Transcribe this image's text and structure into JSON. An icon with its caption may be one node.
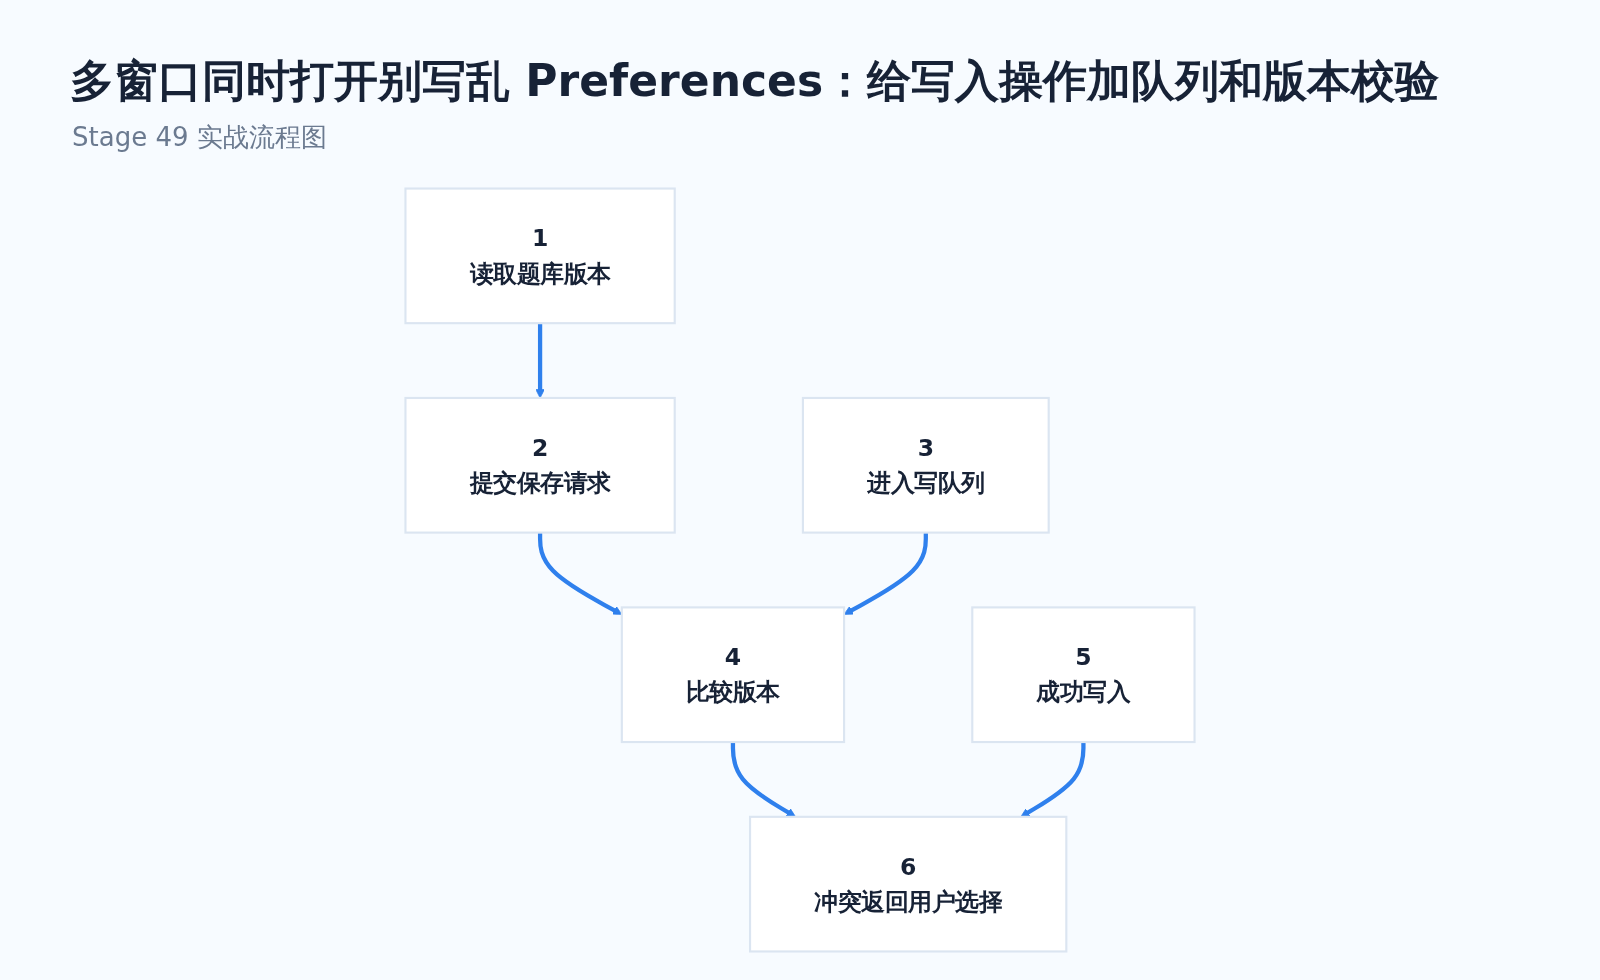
{
  "diagram": {
    "title": "多窗口同时打开别写乱 Preferences：给写入操作加队列和版本校验",
    "labels": [
      "Stage 49 实战流程图"
    ],
    "nodes": [
      {
        "text": [
          "1",
          "读取题库版本"
        ]
      },
      {
        "text": [
          "2",
          "提交保存请求"
        ]
      },
      {
        "text": [
          "3",
          "进入写队列"
        ]
      },
      {
        "text": [
          "4",
          "比较版本"
        ]
      },
      {
        "text": [
          "5",
          "成功写入"
        ]
      },
      {
        "text": [
          "6",
          "冲突返回用户选择"
        ]
      }
    ],
    "edges": [
      {
        "from": 0,
        "to": 1,
        "arrow": "to"
      },
      {
        "from": 1,
        "to": 3,
        "arrow": "to"
      },
      {
        "from": 2,
        "to": 3,
        "arrow": "to"
      },
      {
        "from": 3,
        "to": 5,
        "arrow": "to"
      },
      {
        "from": 4,
        "to": 5,
        "arrow": "to"
      }
    ]
  }
}
